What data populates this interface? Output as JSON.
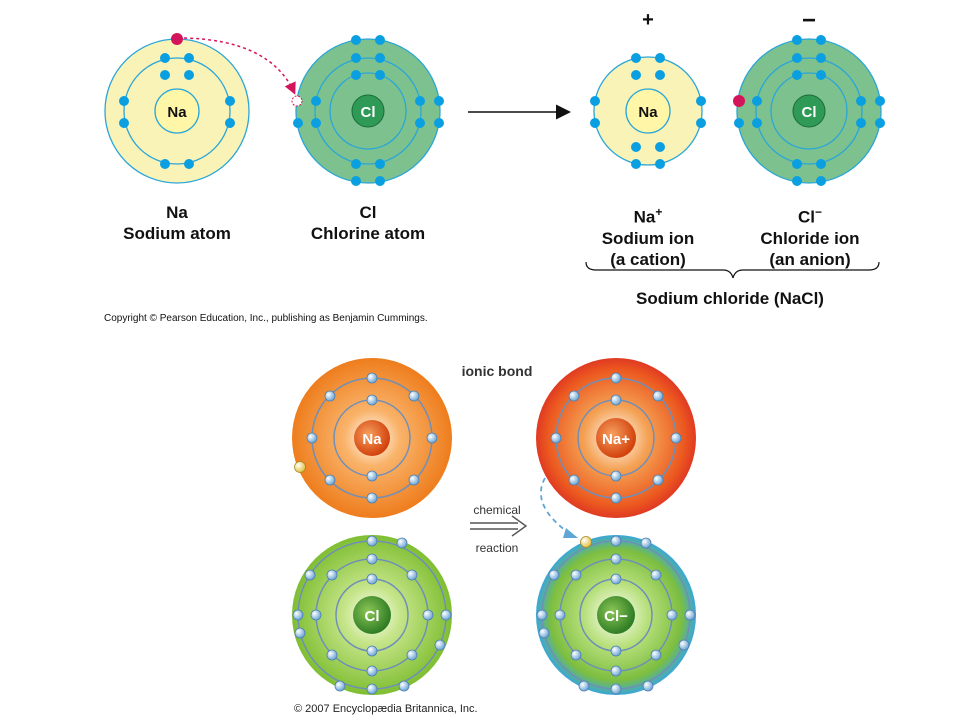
{
  "top": {
    "na_atom": {
      "symbol": "Na",
      "name": "Sodium atom"
    },
    "cl_atom": {
      "symbol": "Cl",
      "name": "Chlorine atom"
    },
    "na_ion": {
      "symbol": "Na",
      "charge": "+",
      "name": "Sodium ion",
      "note": "(a cation)"
    },
    "cl_ion": {
      "symbol": "Cl",
      "charge": "−",
      "name": "Chloride ion",
      "note": "(an anion)"
    },
    "compound": "Sodium chloride (NaCl)",
    "copyright": "Copyright © Pearson Education, Inc., publishing as Benjamin Cummings."
  },
  "bottom": {
    "title": "ionic bond",
    "na_label": "Na",
    "na_ion_label": "Na+",
    "cl_label": "Cl",
    "cl_ion_label": "Cl−",
    "arrow_top": "chemical",
    "arrow_bottom": "reaction",
    "copyright": "© 2007 Encyclopædia Britannica, Inc."
  },
  "colors": {
    "electron_blue": "#0a9fe0",
    "transfer_red": "#d4145a",
    "na_fill": "#faf3b8",
    "cl_fill": "#7cc18e",
    "orange": "#f08c2a",
    "green": "#8cc63f"
  }
}
